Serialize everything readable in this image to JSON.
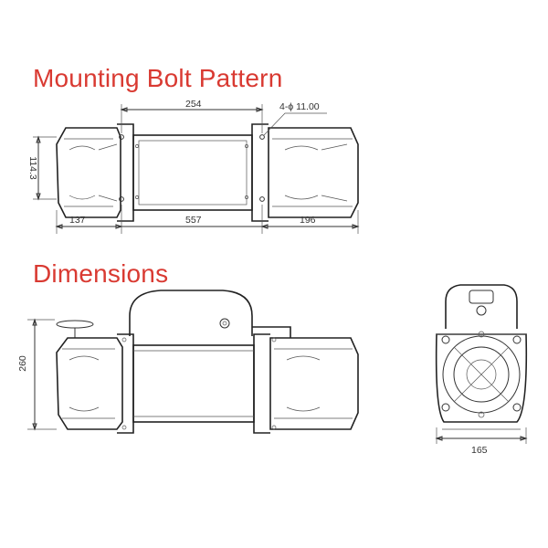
{
  "headings": {
    "bolt_pattern": "Mounting Bolt Pattern",
    "dimensions": "Dimensions"
  },
  "bolt_pattern": {
    "bolt_spacing": "254",
    "hole_spec": "4-ϕ 11.00",
    "height": "114.3",
    "left_offset": "137",
    "total_length": "557",
    "right_offset": "196"
  },
  "dimensions": {
    "height": "260",
    "width": "165"
  },
  "colors": {
    "heading": "#d93a32",
    "line": "#333333"
  }
}
